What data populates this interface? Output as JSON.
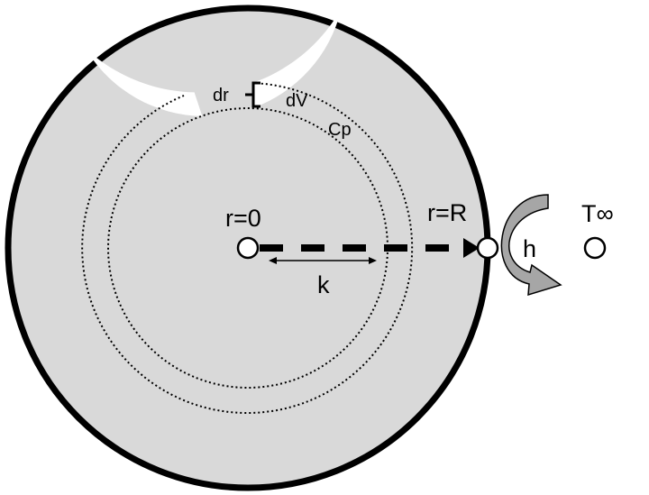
{
  "labels": {
    "center": "r=0",
    "surface": "r=R",
    "conductivity": "k",
    "shell_thickness": "dr",
    "shell_volume": "dV",
    "heat_capacity": "Cp",
    "convection": "h",
    "ambient": "T∞"
  },
  "colors": {
    "sphere_fill": "#d9d9d9",
    "outline": "#000000",
    "shell_fill": "#ffffff",
    "arrow_gray": "#a6a6a6"
  }
}
